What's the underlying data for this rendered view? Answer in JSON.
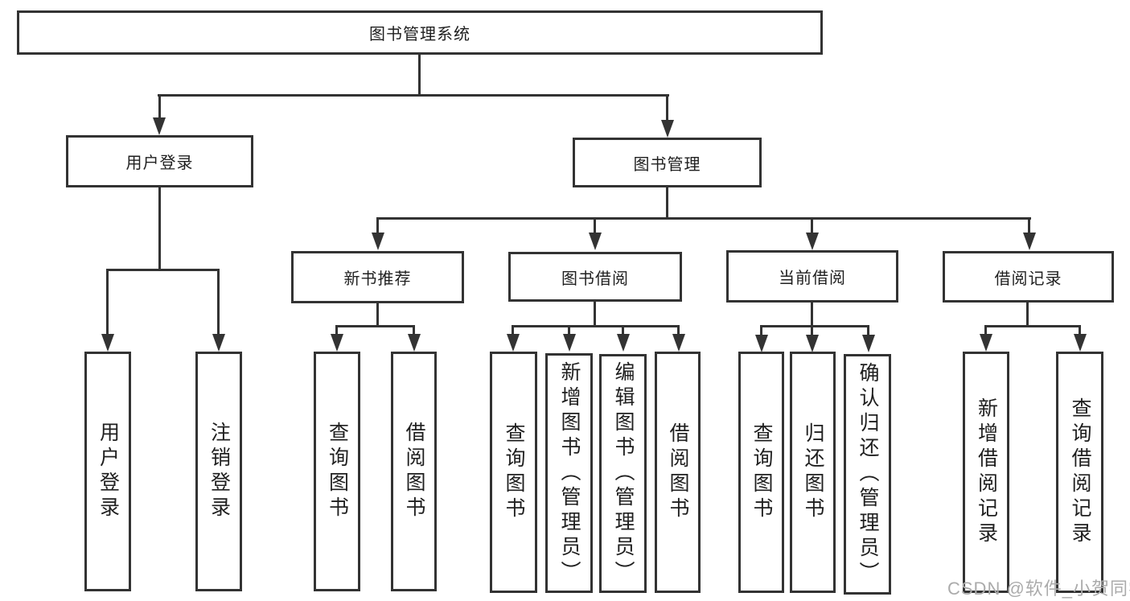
{
  "tree": {
    "root": "图书管理系统",
    "branches": [
      {
        "label": "用户登录",
        "children": [
          "用户登录",
          "注销登录"
        ]
      },
      {
        "label": "图书管理",
        "sections": [
          {
            "label": "新书推荐",
            "children": [
              "查询图书",
              "借阅图书"
            ]
          },
          {
            "label": "图书借阅",
            "children": [
              "查询图书",
              "新增图书（管理员）",
              "编辑图书（管理员）",
              "借阅图书"
            ]
          },
          {
            "label": "当前借阅",
            "children": [
              "查询图书",
              "归还图书",
              "确认归还（管理员）"
            ]
          },
          {
            "label": "借阅记录",
            "children": [
              "新增借阅记录",
              "查询借阅记录"
            ]
          }
        ]
      }
    ]
  },
  "watermark": "CSDN @软件_小贺同学",
  "colors": {
    "line": "#333333",
    "text": "#1f1f1f",
    "watermark": "#ababab",
    "background": "#ffffff"
  }
}
